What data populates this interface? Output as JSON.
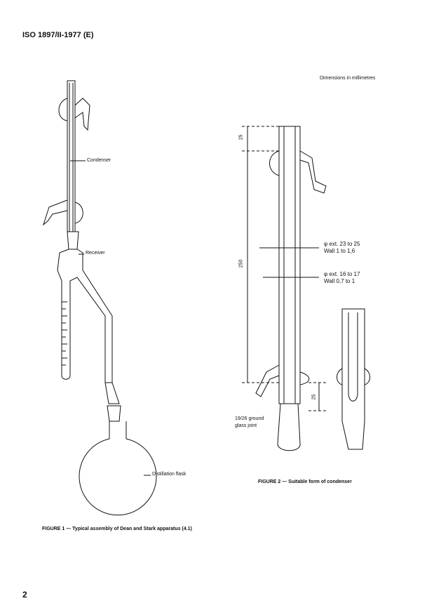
{
  "header": {
    "standard": "ISO 1897/II-1977 (E)"
  },
  "dimensions_note": "Dimensions in millimetres",
  "figure1": {
    "caption": "FIGURE 1 — Typical assembly of Dean and Stark apparatus (4.1)",
    "labels": {
      "condenser": "Condenser",
      "receiver": "Receiver",
      "flask": "Distillation flask"
    }
  },
  "figure2": {
    "caption": "FIGURE 2 — Suitable form of condenser",
    "dim_top": "25",
    "dim_main": "250",
    "dim_bottom": "25",
    "outer_tube": {
      "line1": "φ ext. 23 to 25",
      "line2": "Wall 1 to 1,6"
    },
    "inner_tube": {
      "line1": "φ ext. 16 to 17",
      "line2": "Wall 0,7 to 1"
    },
    "joint": {
      "line1": "19/26 ground",
      "line2": "glass joint"
    }
  },
  "page_number": "2"
}
